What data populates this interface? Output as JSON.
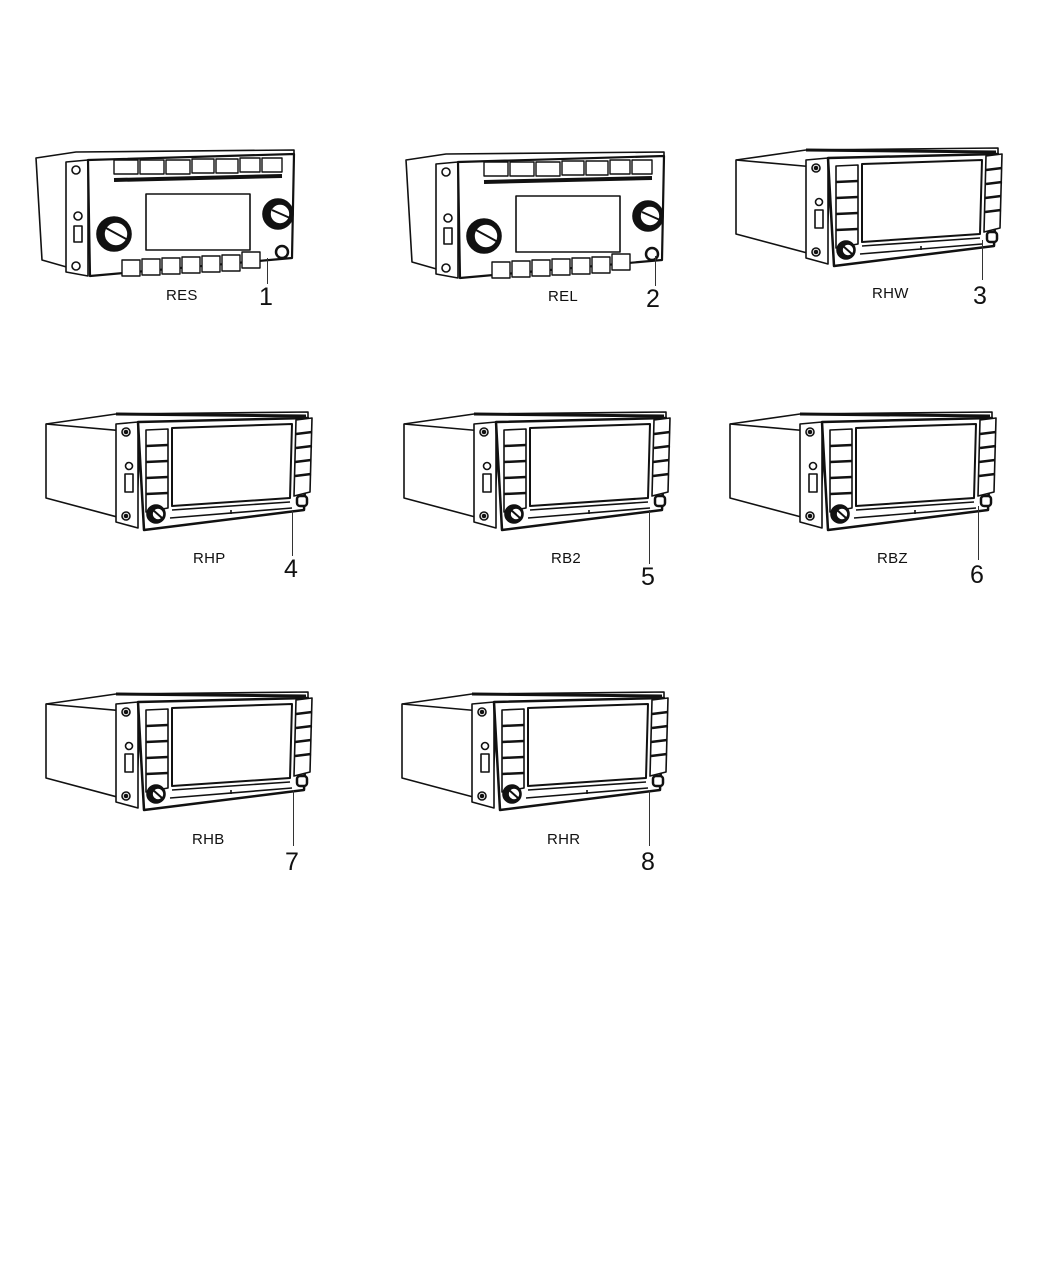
{
  "diagram": {
    "type": "parts-illustration",
    "subject": "Radio / head units",
    "items": [
      {
        "callout": "1",
        "code": "RES",
        "style": "cd-radio-with-knobs"
      },
      {
        "callout": "2",
        "code": "REL",
        "style": "cd-radio-with-knobs"
      },
      {
        "callout": "3",
        "code": "RHW",
        "style": "touchscreen-nav"
      },
      {
        "callout": "4",
        "code": "RHP",
        "style": "touchscreen-nav"
      },
      {
        "callout": "5",
        "code": "RB2",
        "style": "touchscreen-nav"
      },
      {
        "callout": "6",
        "code": "RBZ",
        "style": "touchscreen-nav"
      },
      {
        "callout": "7",
        "code": "RHB",
        "style": "touchscreen-nav"
      },
      {
        "callout": "8",
        "code": "RHR",
        "style": "touchscreen-nav"
      }
    ]
  }
}
